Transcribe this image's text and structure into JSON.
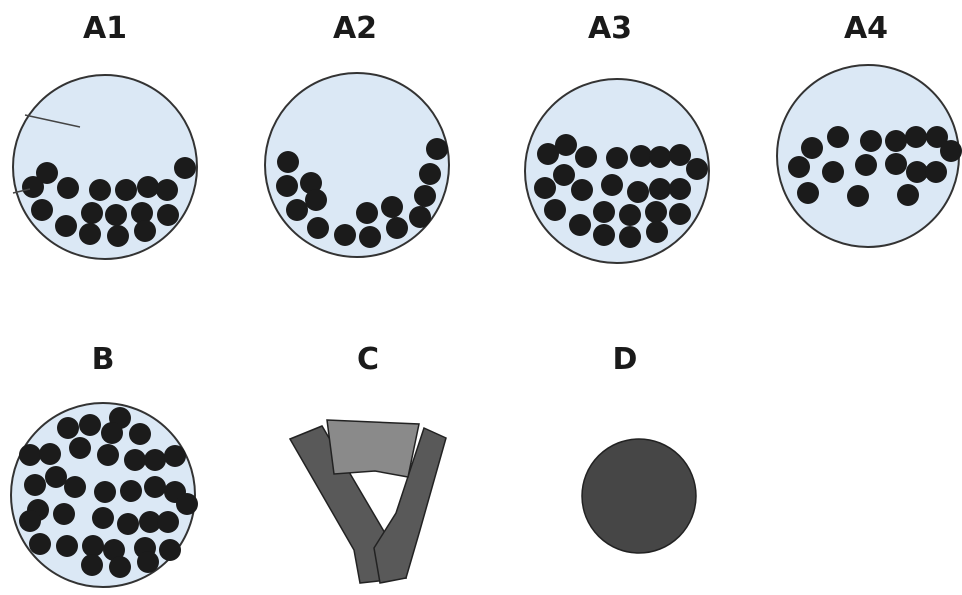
{
  "labels": {
    "a1": "A1",
    "a2": "A2",
    "a3": "A3",
    "a4": "A4",
    "b": "B",
    "c": "C",
    "d": "D"
  },
  "colors": {
    "circle_fill": "#dbe8f5",
    "circle_stroke": "#333333",
    "particle": "#1b1b1b",
    "shape_c_dark": "#595959",
    "shape_c_light": "#8a8a8a",
    "shape_d": "#464646"
  }
}
